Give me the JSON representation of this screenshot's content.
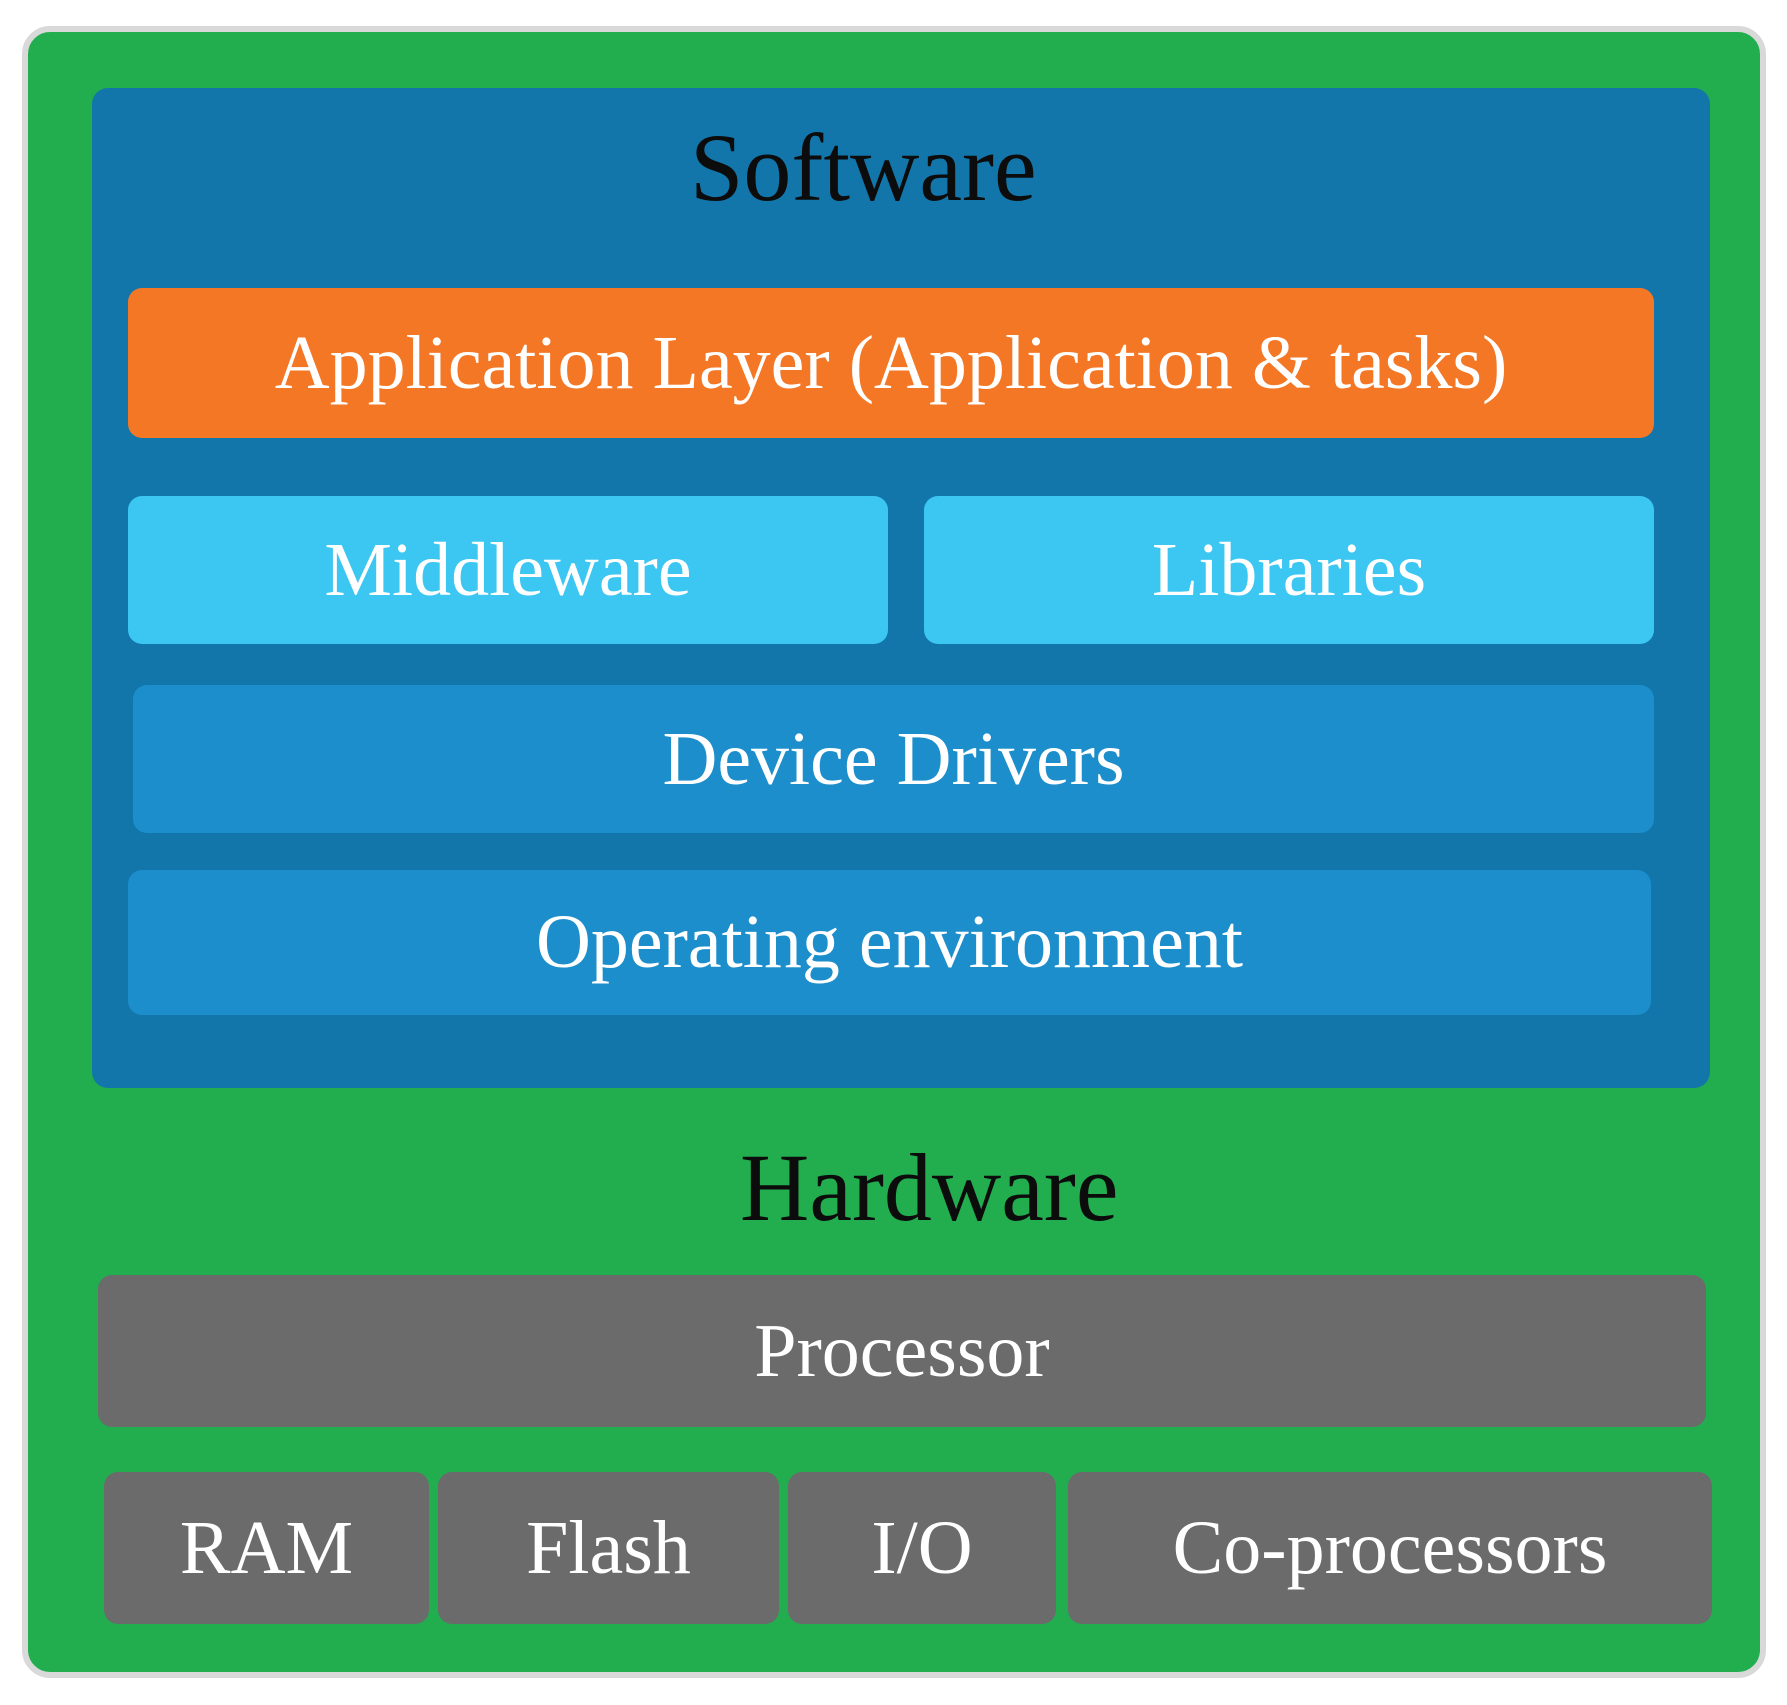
{
  "software": {
    "title": "Software",
    "application_layer": "Application Layer (Application & tasks)",
    "middleware": "Middleware",
    "libraries": "Libraries",
    "device_drivers": "Device Drivers",
    "operating_environment": "Operating environment"
  },
  "hardware": {
    "title": "Hardware",
    "processor": "Processor",
    "components": [
      "RAM",
      "Flash",
      "I/O",
      "Co-processors"
    ]
  },
  "colors": {
    "outer_background": "#22ad4f",
    "software_background": "#1276ab",
    "application_layer": "#f47725",
    "middleware_libraries": "#3cc6f2",
    "drivers_os": "#1b8ecb",
    "hardware_boxes": "#6b6b6b"
  }
}
